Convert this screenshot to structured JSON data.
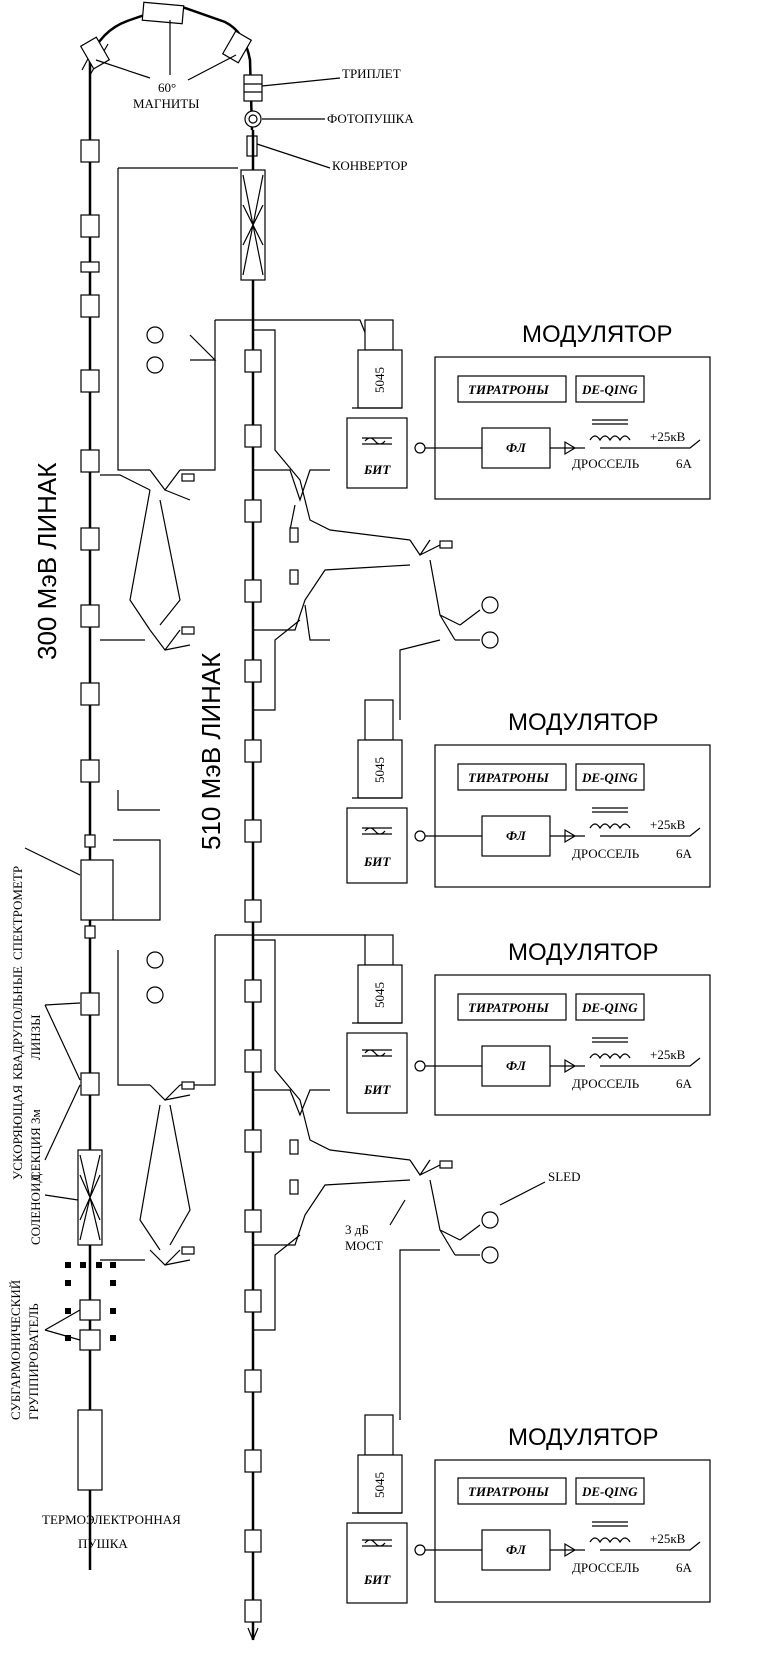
{
  "diagram": {
    "magnets_label": "60° МАГНИТЫ",
    "magnets_angle": "60°",
    "magnets_word": "МАГНИТЫ",
    "triplet": "ТРИПЛЕТ",
    "photogun": "ФОТОПУШКА",
    "converter": "КОНВЕРТОР",
    "linac300": "300 МэВ ЛИНАК",
    "linac510": "510 МэВ ЛИНАК",
    "spectrometer": "СПЕКТРОМЕТР",
    "quad_lenses_1": "КВАДРУПОЛЬНЫЕ",
    "quad_lenses_2": "ЛИНЗЫ",
    "accel_section_1": "УСКОРЯЮЩАЯ",
    "accel_section_2": "СЕКЦИЯ 3м",
    "solenoid": "СОЛЕНОИД",
    "buncher_1": "СУБГАРМОНИЧЕСКИЙ",
    "buncher_2": "ГРУППИРОВАТЕЛЬ",
    "gun_1": "ТЕРМОЭЛЕКТРОННАЯ",
    "gun_2": "ПУШКА",
    "sled": "SLED",
    "bridge_1": "3 дБ",
    "bridge_2": "МОСТ",
    "modulators": [
      {
        "title": "МОДУЛЯТОР",
        "klystron": "5045",
        "bit": "БИТ",
        "thyratrons": "ТИРАТРОНЫ",
        "deqing": "DE-QING",
        "fl": "ФЛ",
        "choke": "ДРОССЕЛЬ",
        "voltage": "+25кВ",
        "current": "6А"
      },
      {
        "title": "МОДУЛЯТОР",
        "klystron": "5045",
        "bit": "БИТ",
        "thyratrons": "ТИРАТРОНЫ",
        "deqing": "DE-QING",
        "fl": "ФЛ",
        "choke": "ДРОССЕЛЬ",
        "voltage": "+25кВ",
        "current": "6А"
      },
      {
        "title": "МОДУЛЯТОР",
        "klystron": "5045",
        "bit": "БИТ",
        "thyratrons": "ТИРАТРОНЫ",
        "deqing": "DE-QING",
        "fl": "ФЛ",
        "choke": "ДРОССЕЛЬ",
        "voltage": "+25кВ",
        "current": "6А"
      },
      {
        "title": "МОДУЛЯТОР",
        "klystron": "5045",
        "bit": "БИТ",
        "thyratrons": "ТИРАТРОНЫ",
        "deqing": "DE-QING",
        "fl": "ФЛ",
        "choke": "ДРОССЕЛЬ",
        "voltage": "+25кВ",
        "current": "6А"
      }
    ]
  }
}
